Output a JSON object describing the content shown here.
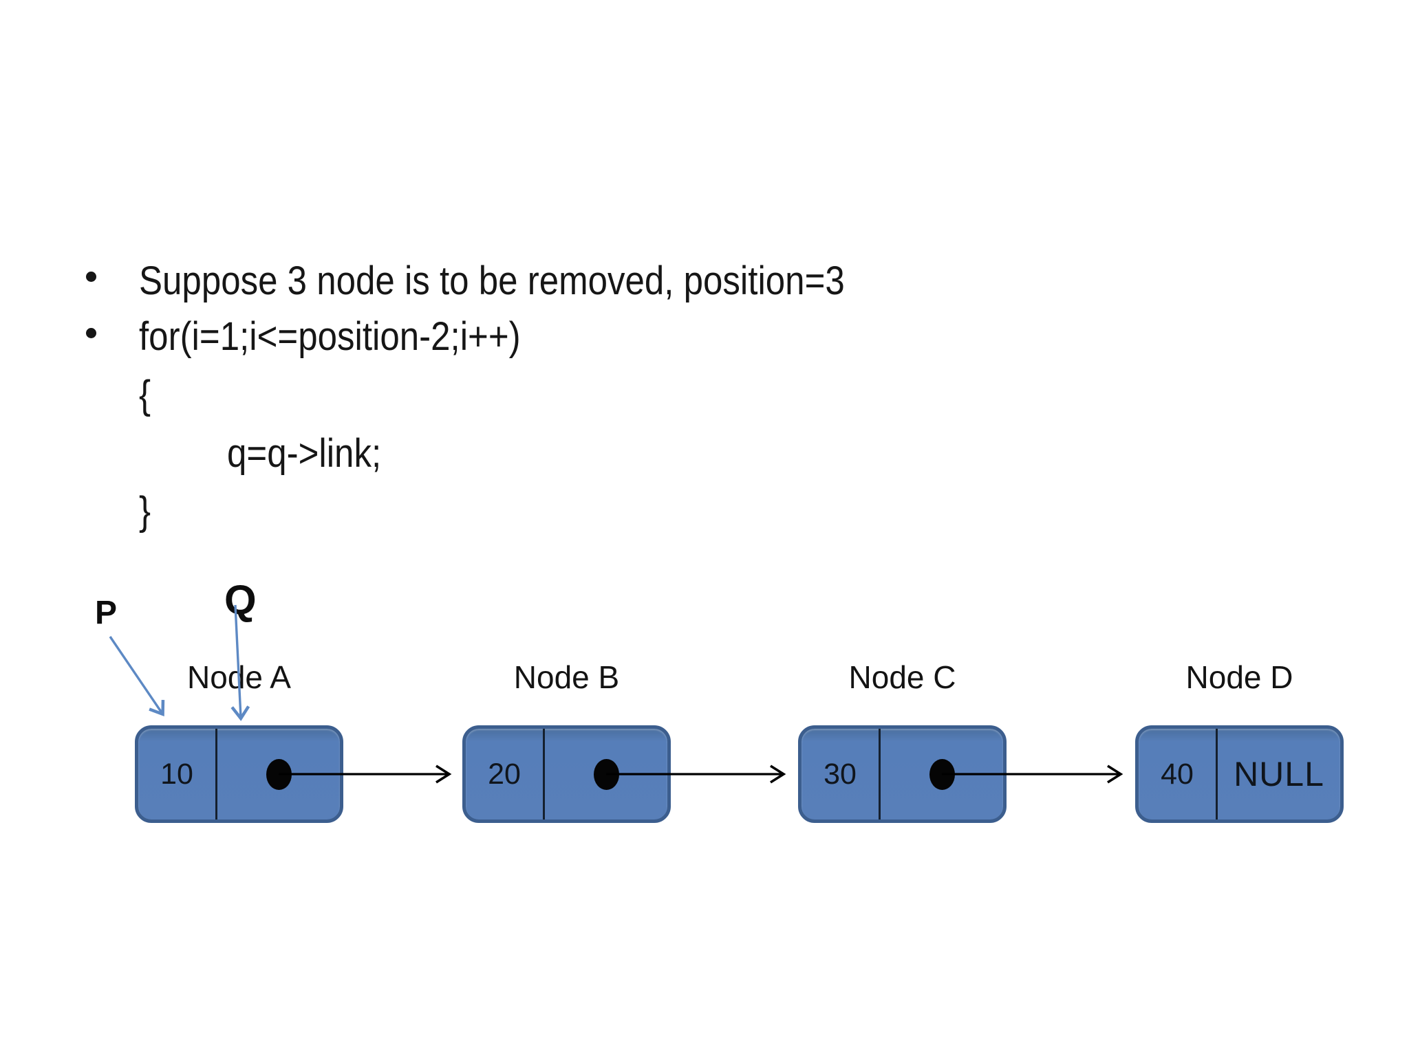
{
  "slide": {
    "bullets": [
      "Suppose 3 node is to be removed, position=3",
      "for(i=1;i<=position-2;i++)"
    ],
    "code": {
      "open_brace": "{",
      "body": "q=q->link;",
      "close_brace": "}"
    },
    "pointers": {
      "p": "P",
      "q": "Q"
    },
    "nodes": [
      {
        "label": "Node A",
        "value": "10"
      },
      {
        "label": "Node B",
        "value": "20"
      },
      {
        "label": "Node C",
        "value": "30"
      },
      {
        "label": "Node D",
        "value": "40",
        "next": "NULL"
      }
    ],
    "colors": {
      "node_fill": "#567EB9",
      "node_border": "#3C5E8E",
      "divider": "#15202E",
      "link_arrow": "#000000",
      "pointer_arrow": "#5D89C4",
      "text": "#141414"
    }
  }
}
